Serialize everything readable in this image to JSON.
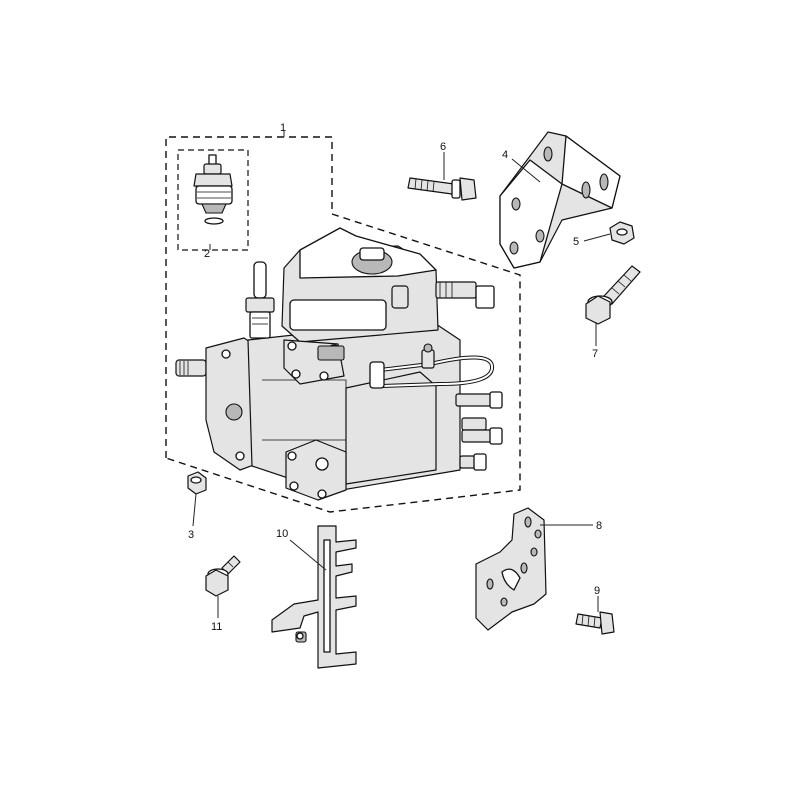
{
  "callouts": {
    "c1": "1",
    "c2": "2",
    "c3": "3",
    "c4": "4",
    "c5": "5",
    "c6": "6",
    "c7": "7",
    "c8": "8",
    "c9": "9",
    "c10": "10",
    "c11": "11"
  },
  "icons": {
    "assembly": "fuel-injection-pump-icon",
    "valve": "solenoid-valve-icon",
    "nut": "hex-nut-icon",
    "bracket": "mounting-bracket-icon",
    "bolt": "hex-bolt-icon",
    "plate": "bracket-plate-icon",
    "support": "support-bracket-icon",
    "flange_bolt": "flange-bolt-icon"
  }
}
